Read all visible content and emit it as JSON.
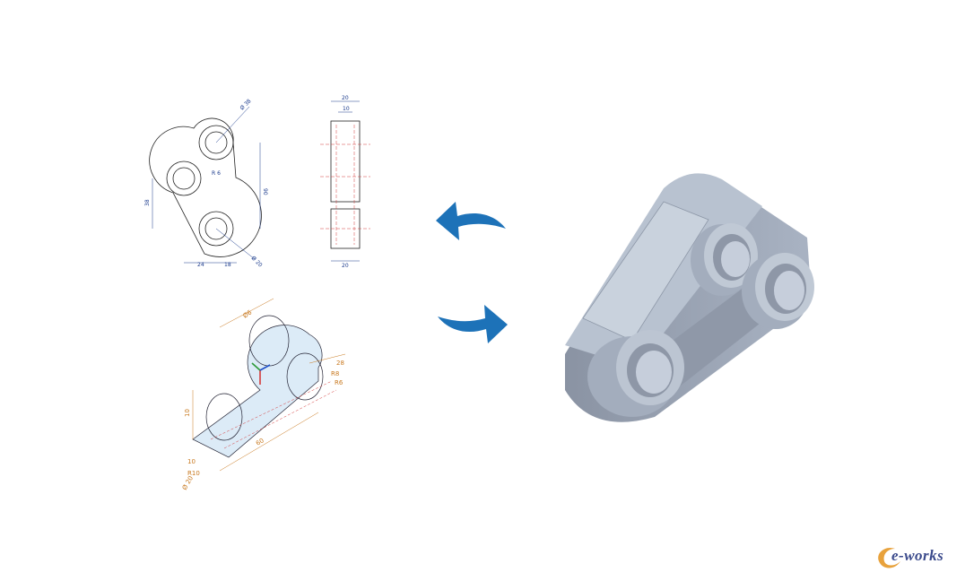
{
  "drawing_2d": {
    "front_dims": [
      "Ø 38",
      "R 6",
      "90",
      "38",
      "24",
      "18",
      "Ø 20"
    ],
    "side_dims": [
      "20",
      "10",
      "20"
    ]
  },
  "drawing_3d": {
    "dims": [
      "Ø6",
      "10",
      "10",
      "60",
      "28",
      "R8",
      "R6",
      "R10",
      "Ø 20"
    ]
  },
  "logo": {
    "text": "e-works",
    "accent": "#e8a23c",
    "text_color": "#3b4a8c"
  },
  "colors": {
    "arrow": "#1d72b8",
    "model": "#a9b3c3",
    "line_2d": "#1a3a8c",
    "dim_3d": "#c8781e",
    "center_line": "#d43a3a"
  }
}
